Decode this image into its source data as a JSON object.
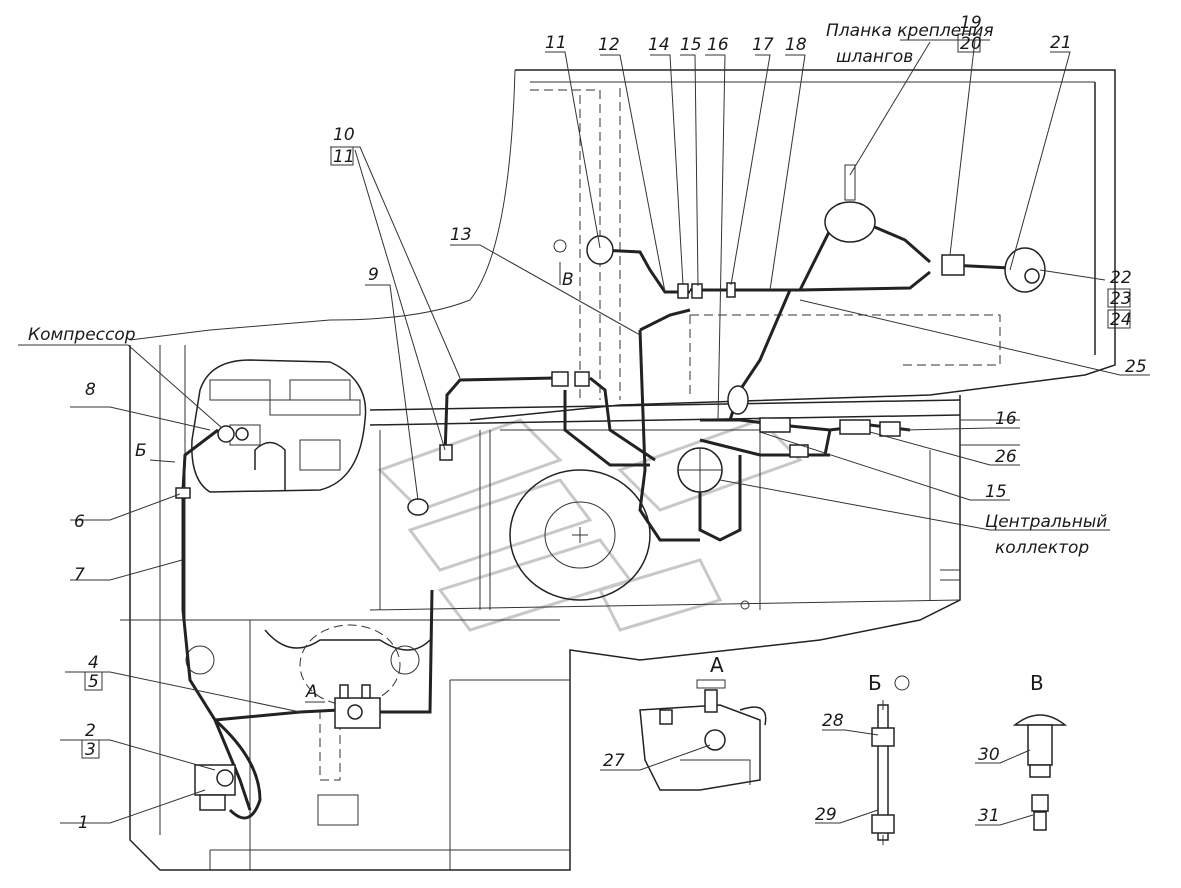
{
  "labels": {
    "n1": "1",
    "n2": "2",
    "n3": "3",
    "n4": "4",
    "n5": "5",
    "n6": "6",
    "n7": "7",
    "n8": "8",
    "n9": "9",
    "n10": "10",
    "n11a": "11",
    "n11b": "11",
    "n12": "12",
    "n13": "13",
    "n14": "14",
    "n15a": "15",
    "n15b": "15",
    "n16a": "16",
    "n16b": "16",
    "n17": "17",
    "n18": "18",
    "n19": "19",
    "n20": "20",
    "n21": "21",
    "n22": "22",
    "n23": "23",
    "n24": "24",
    "n25": "25",
    "n26": "26",
    "n27": "27",
    "n28": "28",
    "n29": "29",
    "n30": "30",
    "n31": "31"
  },
  "text": {
    "compressor": "Компрессор",
    "hose_bar_line1": "Планка крепления",
    "hose_bar_line2": "шлангов",
    "collector_line1": "Центральный",
    "collector_line2": "коллектор",
    "view_a": "А",
    "view_b": "Б",
    "view_b_detail": "Б",
    "view_v": "В",
    "view_v_detail": "В",
    "mark_a": "А"
  }
}
